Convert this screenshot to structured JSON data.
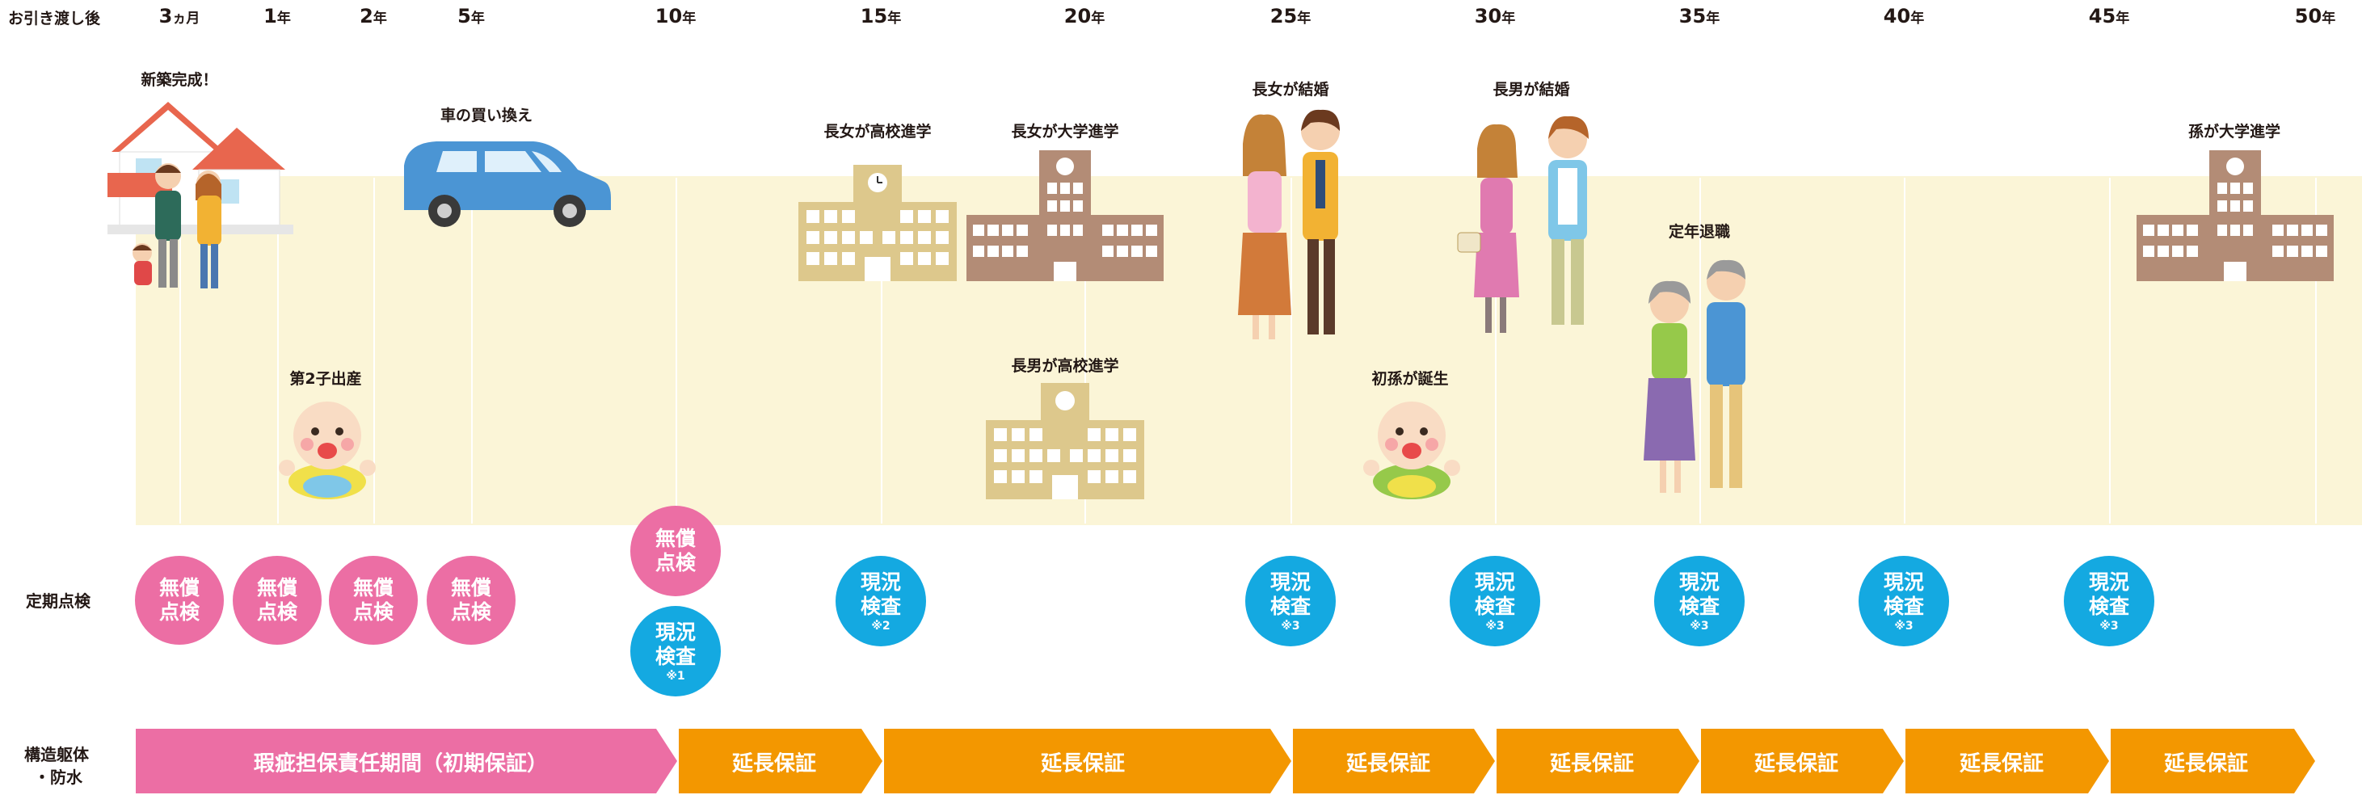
{
  "header": {
    "first_label": "お引き渡し後",
    "months_num": "3",
    "months_unit": "ヵ月",
    "years_unit": "年",
    "years": [
      "1",
      "2",
      "5",
      "10",
      "15",
      "20",
      "25",
      "30",
      "35",
      "40",
      "45",
      "50"
    ]
  },
  "events": {
    "new_house": "新築完成！",
    "car": "車の買い換え",
    "second_child": "第2子出産",
    "daughter_high": "長女が高校進学",
    "daughter_univ": "長女が大学進学",
    "son_high": "長男が高校進学",
    "daughter_married": "長女が結婚",
    "first_grandchild": "初孫が誕生",
    "son_married": "長男が結婚",
    "retirement": "定年退職",
    "grandchild_univ": "孫が大学進学"
  },
  "rows": {
    "inspection": "定期点検",
    "structure_line1": "構造躯体",
    "structure_line2": "・防水"
  },
  "inspections": {
    "free_l1": "無償",
    "free_l2": "点検",
    "survey_l1": "現況",
    "survey_l2": "検査",
    "note1": "※1",
    "note2": "※2",
    "note3": "※3"
  },
  "warranty": {
    "initial": "瑕疵担保責任期間（初期保証）",
    "extended": "延長保証"
  },
  "colors": {
    "pink": "#ec6ea4",
    "blue": "#14a9e1",
    "orange": "#f39700",
    "band": "#fbf5d7"
  }
}
